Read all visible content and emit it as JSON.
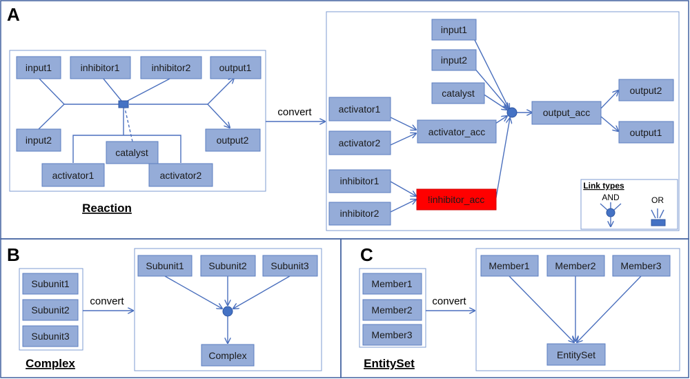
{
  "colors": {
    "node_fill": "#95acd8",
    "node_stroke": "#5b7ec0",
    "edge": "#4a6fbd",
    "highlight": "#ff0000"
  },
  "panelA": {
    "letter": "A",
    "caption": "Reaction",
    "edge_label": "convert",
    "left": {
      "input1": "input1",
      "input2": "input2",
      "inhibitor1": "inhibitor1",
      "inhibitor2": "inhibitor2",
      "output1": "output1",
      "output2": "output2",
      "catalyst": "catalyst",
      "activator1": "activator1",
      "activator2": "activator2"
    },
    "right": {
      "input1": "input1",
      "input2": "input2",
      "catalyst": "catalyst",
      "activator1": "activator1",
      "activator2": "activator2",
      "activator_acc": "activator_acc",
      "inhibitor1": "inhibitor1",
      "inhibitor2": "inhibitor2",
      "inhibitor_acc": "!inhibitor_acc",
      "output_acc": "output_acc",
      "output2": "output2",
      "output1": "output1"
    },
    "legend": {
      "title": "Link types",
      "and_label": "AND",
      "or_label": "OR"
    }
  },
  "panelB": {
    "letter": "B",
    "caption": "Complex",
    "edge_label": "convert",
    "left": {
      "subunit1": "Subunit1",
      "subunit2": "Subunit2",
      "subunit3": "Subunit3"
    },
    "right": {
      "subunit1": "Subunit1",
      "subunit2": "Subunit2",
      "subunit3": "Subunit3",
      "complex": "Complex"
    }
  },
  "panelC": {
    "letter": "C",
    "caption": "EntitySet",
    "edge_label": "convert",
    "left": {
      "member1": "Member1",
      "member2": "Member2",
      "member3": "Member3"
    },
    "right": {
      "member1": "Member1",
      "member2": "Member2",
      "member3": "Member3",
      "entityset": "EntitySet"
    }
  }
}
